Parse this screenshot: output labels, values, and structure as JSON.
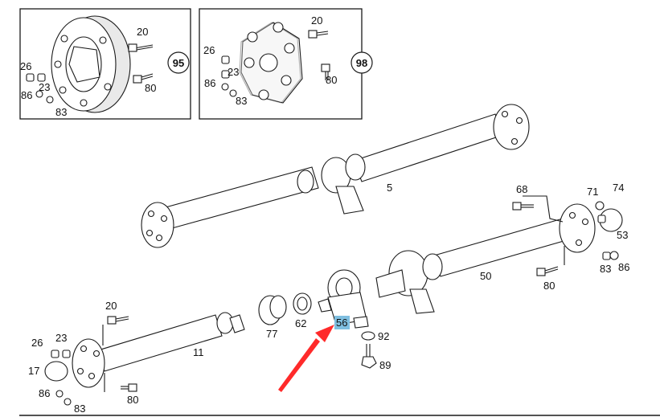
{
  "inset_left": {
    "circled_ref": "95",
    "labels": {
      "p20": "20",
      "p26": "26",
      "p23": "23",
      "p86": "86",
      "p83": "83",
      "p80": "80"
    }
  },
  "inset_right": {
    "circled_ref": "98",
    "labels": {
      "p20": "20",
      "p26": "26",
      "p23": "23",
      "p86": "86",
      "p83": "83",
      "p80": "80"
    }
  },
  "upper_shaft": {
    "labels": {
      "p5": "5"
    }
  },
  "rear_shaft": {
    "labels": {
      "p68": "68",
      "p71": "71",
      "p74": "74",
      "p53": "53",
      "p83": "83",
      "p86": "86",
      "p50": "50",
      "p80": "80"
    }
  },
  "support_bearing": {
    "labels": {
      "p77": "77",
      "p62": "62",
      "p92": "92",
      "p89": "89"
    },
    "highlighted_label": "56",
    "highlight_color": "#7fbfe0",
    "arrow_color": "#ff2a2a"
  },
  "front_shaft": {
    "labels": {
      "p20": "20",
      "p23": "23",
      "p26": "26",
      "p17": "17",
      "p86": "86",
      "p83": "83",
      "p80": "80",
      "p11": "11"
    }
  }
}
